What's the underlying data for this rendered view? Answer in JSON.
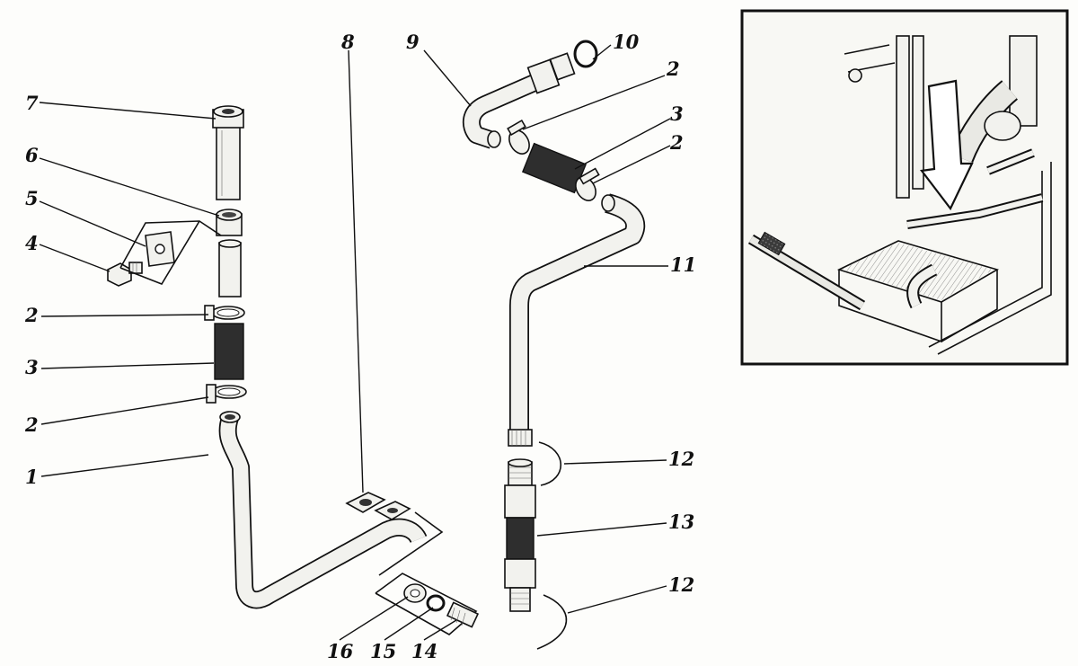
{
  "labels": {
    "l1": "1",
    "l2a": "2",
    "l2b": "2",
    "l2c": "2",
    "l2d": "2",
    "l3a": "3",
    "l3b": "3",
    "l4": "4",
    "l5": "5",
    "l6": "6",
    "l7": "7",
    "l8": "8",
    "l9": "9",
    "l10": "10",
    "l11": "11",
    "l12a": "12",
    "l12b": "12",
    "l13": "13",
    "l14": "14",
    "l15": "15",
    "l16": "16"
  }
}
